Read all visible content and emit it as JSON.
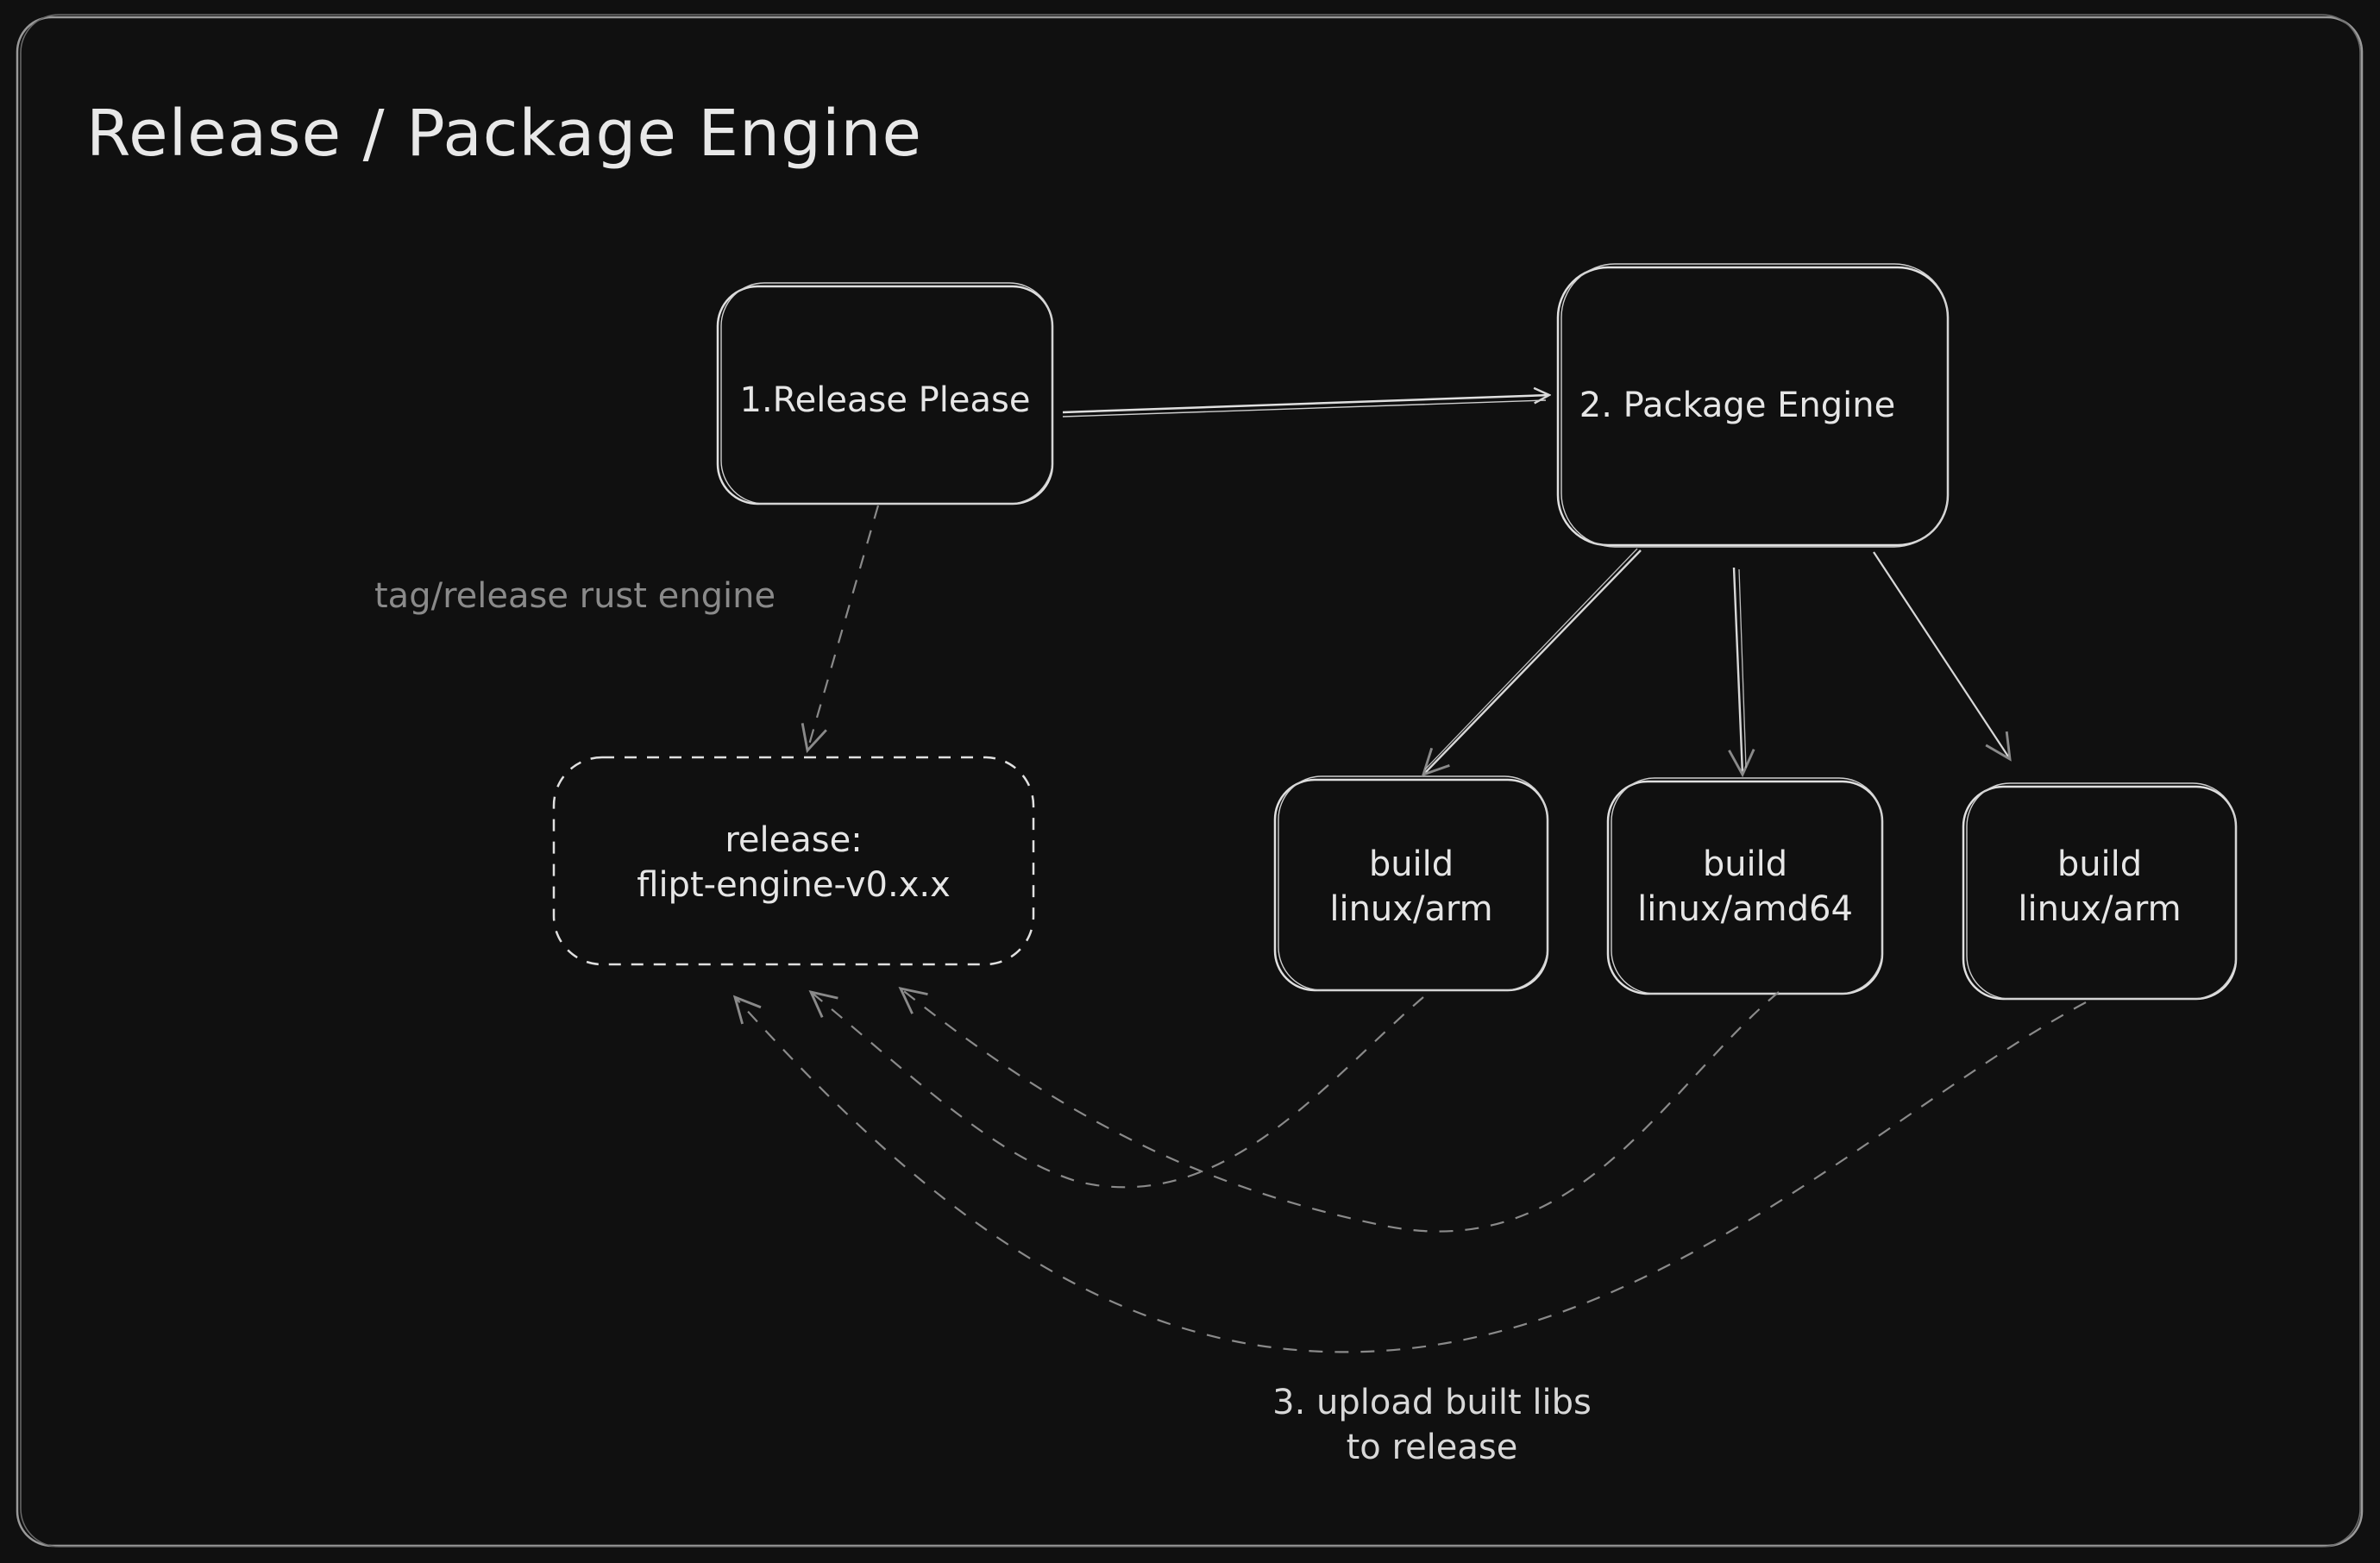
{
  "title": "Release / Package Engine",
  "nodes": {
    "release_please": {
      "label": "1.Release Please"
    },
    "package_engine": {
      "label": "2. Package Engine"
    },
    "release": {
      "line1": "release:",
      "line2": "flipt-engine-v0.x.x"
    },
    "build_1": {
      "line1": "build",
      "line2": "linux/arm"
    },
    "build_2": {
      "line1": "build",
      "line2": "linux/amd64"
    },
    "build_3": {
      "line1": "build",
      "line2": "linux/arm"
    }
  },
  "edge_labels": {
    "tag_release": "tag/release rust engine"
  },
  "notes": {
    "upload_line1": "3. upload built libs",
    "upload_line2": "to release"
  },
  "colors": {
    "background": "#101010",
    "stroke": "#e0e0e0",
    "dashed_stroke": "#8a8a8a"
  }
}
